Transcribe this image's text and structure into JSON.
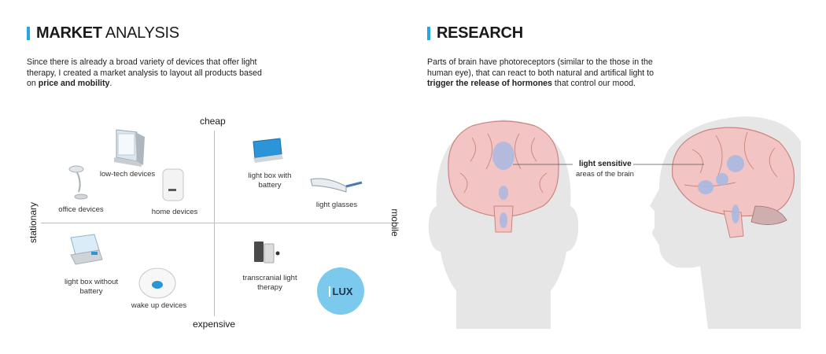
{
  "market": {
    "heading_bold": "MARKET",
    "heading_light": " ANALYSIS",
    "para": {
      "text": "Since there is already a broad variety of devices that offer light therapy, I created a market analysis to layout all products based on ",
      "bold": "price and mobility",
      "end": "."
    },
    "axis": {
      "top": "cheap",
      "bottom": "expensive",
      "left": "stationary",
      "right": "mobile"
    },
    "devices": {
      "low_tech": "low-tech devices",
      "office": "office devices",
      "home": "home devices",
      "light_box_battery": [
        "light box with",
        "battery"
      ],
      "light_glasses": "light glasses",
      "light_box_no_battery": [
        "light box without",
        "battery"
      ],
      "wake_up": "wake up devices",
      "transcranial": [
        "transcranial light",
        "therapy"
      ],
      "lux": "LUX"
    }
  },
  "research": {
    "heading": "RESEARCH",
    "para": {
      "text": "Parts of brain have photoreceptors (similar to the those in the human eye), that can react to both natural and artifical light to ",
      "bold": "trigger the release of hormones",
      "end": " that control our mood."
    },
    "callout": {
      "strong": "light sensitive",
      "sub": "areas of the brain"
    }
  },
  "colors": {
    "accent": "#29a6e0",
    "brain": "#f2c4c4",
    "brain_line": "#c9857f",
    "sensitive": "#a9b9e2",
    "head": "#e6e6e6"
  }
}
